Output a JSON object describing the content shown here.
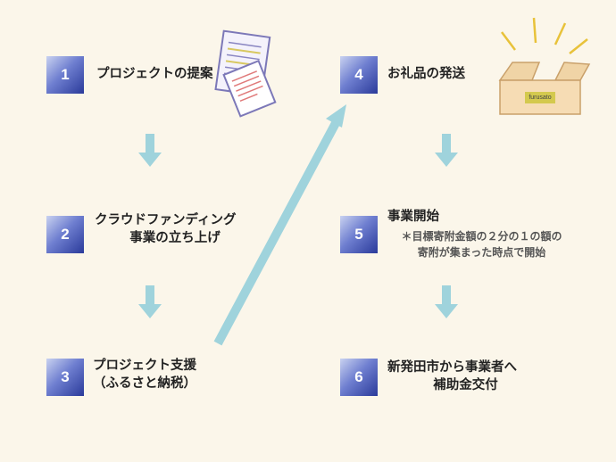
{
  "steps": [
    {
      "num": "1",
      "line1": "プロジェクトの提案",
      "line2": ""
    },
    {
      "num": "2",
      "line1": "クラウドファンディング",
      "line2": "事業の立ち上げ"
    },
    {
      "num": "3",
      "line1": "プロジェクト支援",
      "line2": "（ふるさと納税）"
    },
    {
      "num": "4",
      "line1": "お礼品の発送",
      "line2": ""
    },
    {
      "num": "5",
      "line1": "事業開始",
      "line2": ""
    },
    {
      "num": "6",
      "line1": "新発田市から事業者へ",
      "line2": "補助金交付"
    }
  ],
  "step5_note": {
    "line1": "＊目標寄附金額の２分の１の額の",
    "line2": "寄附が集まった時点で開始"
  },
  "box_label": "furusato",
  "colors": {
    "arrow": "#9fd3dc",
    "badge_dark": "#2a3a9a",
    "background": "#fbf6ea"
  }
}
